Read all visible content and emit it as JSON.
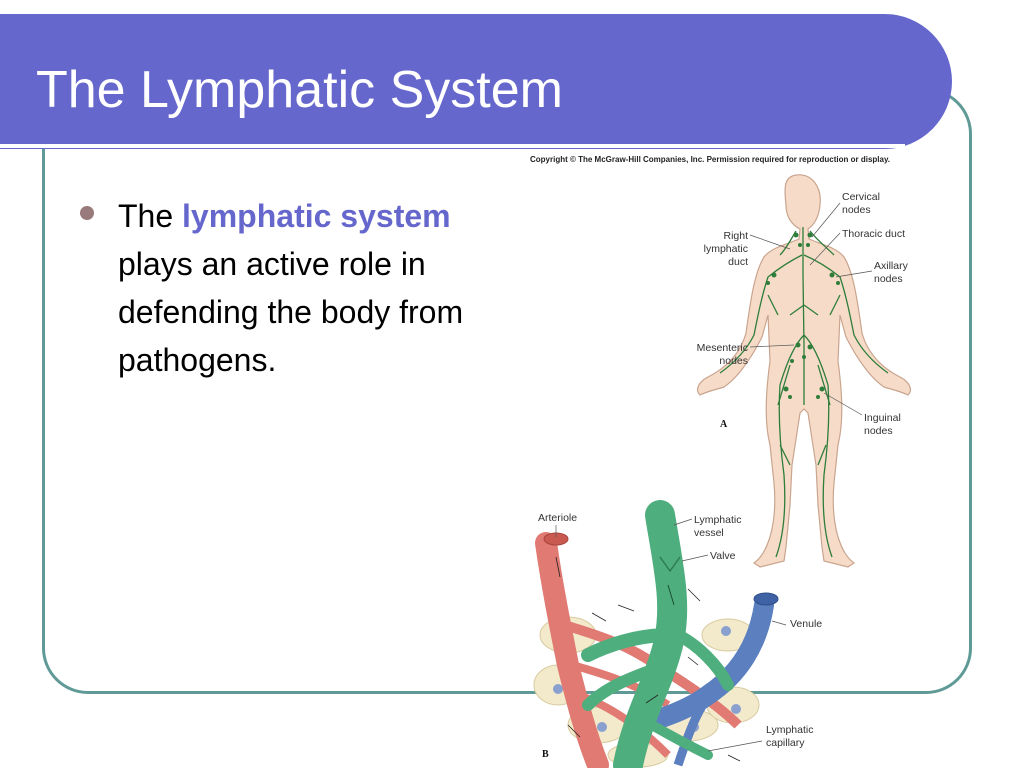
{
  "slide": {
    "title": "The Lymphatic System",
    "colors": {
      "title_band": "#6667cc",
      "frame": "#5f9a96",
      "keyword": "#6667cc",
      "bullet": "#9a7b7b"
    }
  },
  "bullet": {
    "pre": "The ",
    "keyword": "lymphatic system",
    "post": " plays an active role in defending the body from pathogens."
  },
  "figure": {
    "copyright": "Copyright © The McGraw-Hill Companies, Inc. Permission required for reproduction or display.",
    "panel_a": {
      "letter": "A",
      "labels": {
        "cervical": [
          "Cervical",
          "nodes"
        ],
        "thoracic": "Thoracic duct",
        "right_duct": [
          "Right",
          "lymphatic",
          "duct"
        ],
        "axillary": [
          "Axillary",
          "nodes"
        ],
        "mesenteric": [
          "Mesenteric",
          "nodes"
        ],
        "inguinal": [
          "Inguinal",
          "nodes"
        ]
      }
    },
    "panel_b": {
      "letter": "B",
      "labels": {
        "arteriole": "Arteriole",
        "lymph_vessel": [
          "Lymphatic",
          "vessel"
        ],
        "valve": "Valve",
        "venule": "Venule",
        "lymph_capillary": [
          "Lymphatic",
          "capillary"
        ]
      }
    }
  }
}
